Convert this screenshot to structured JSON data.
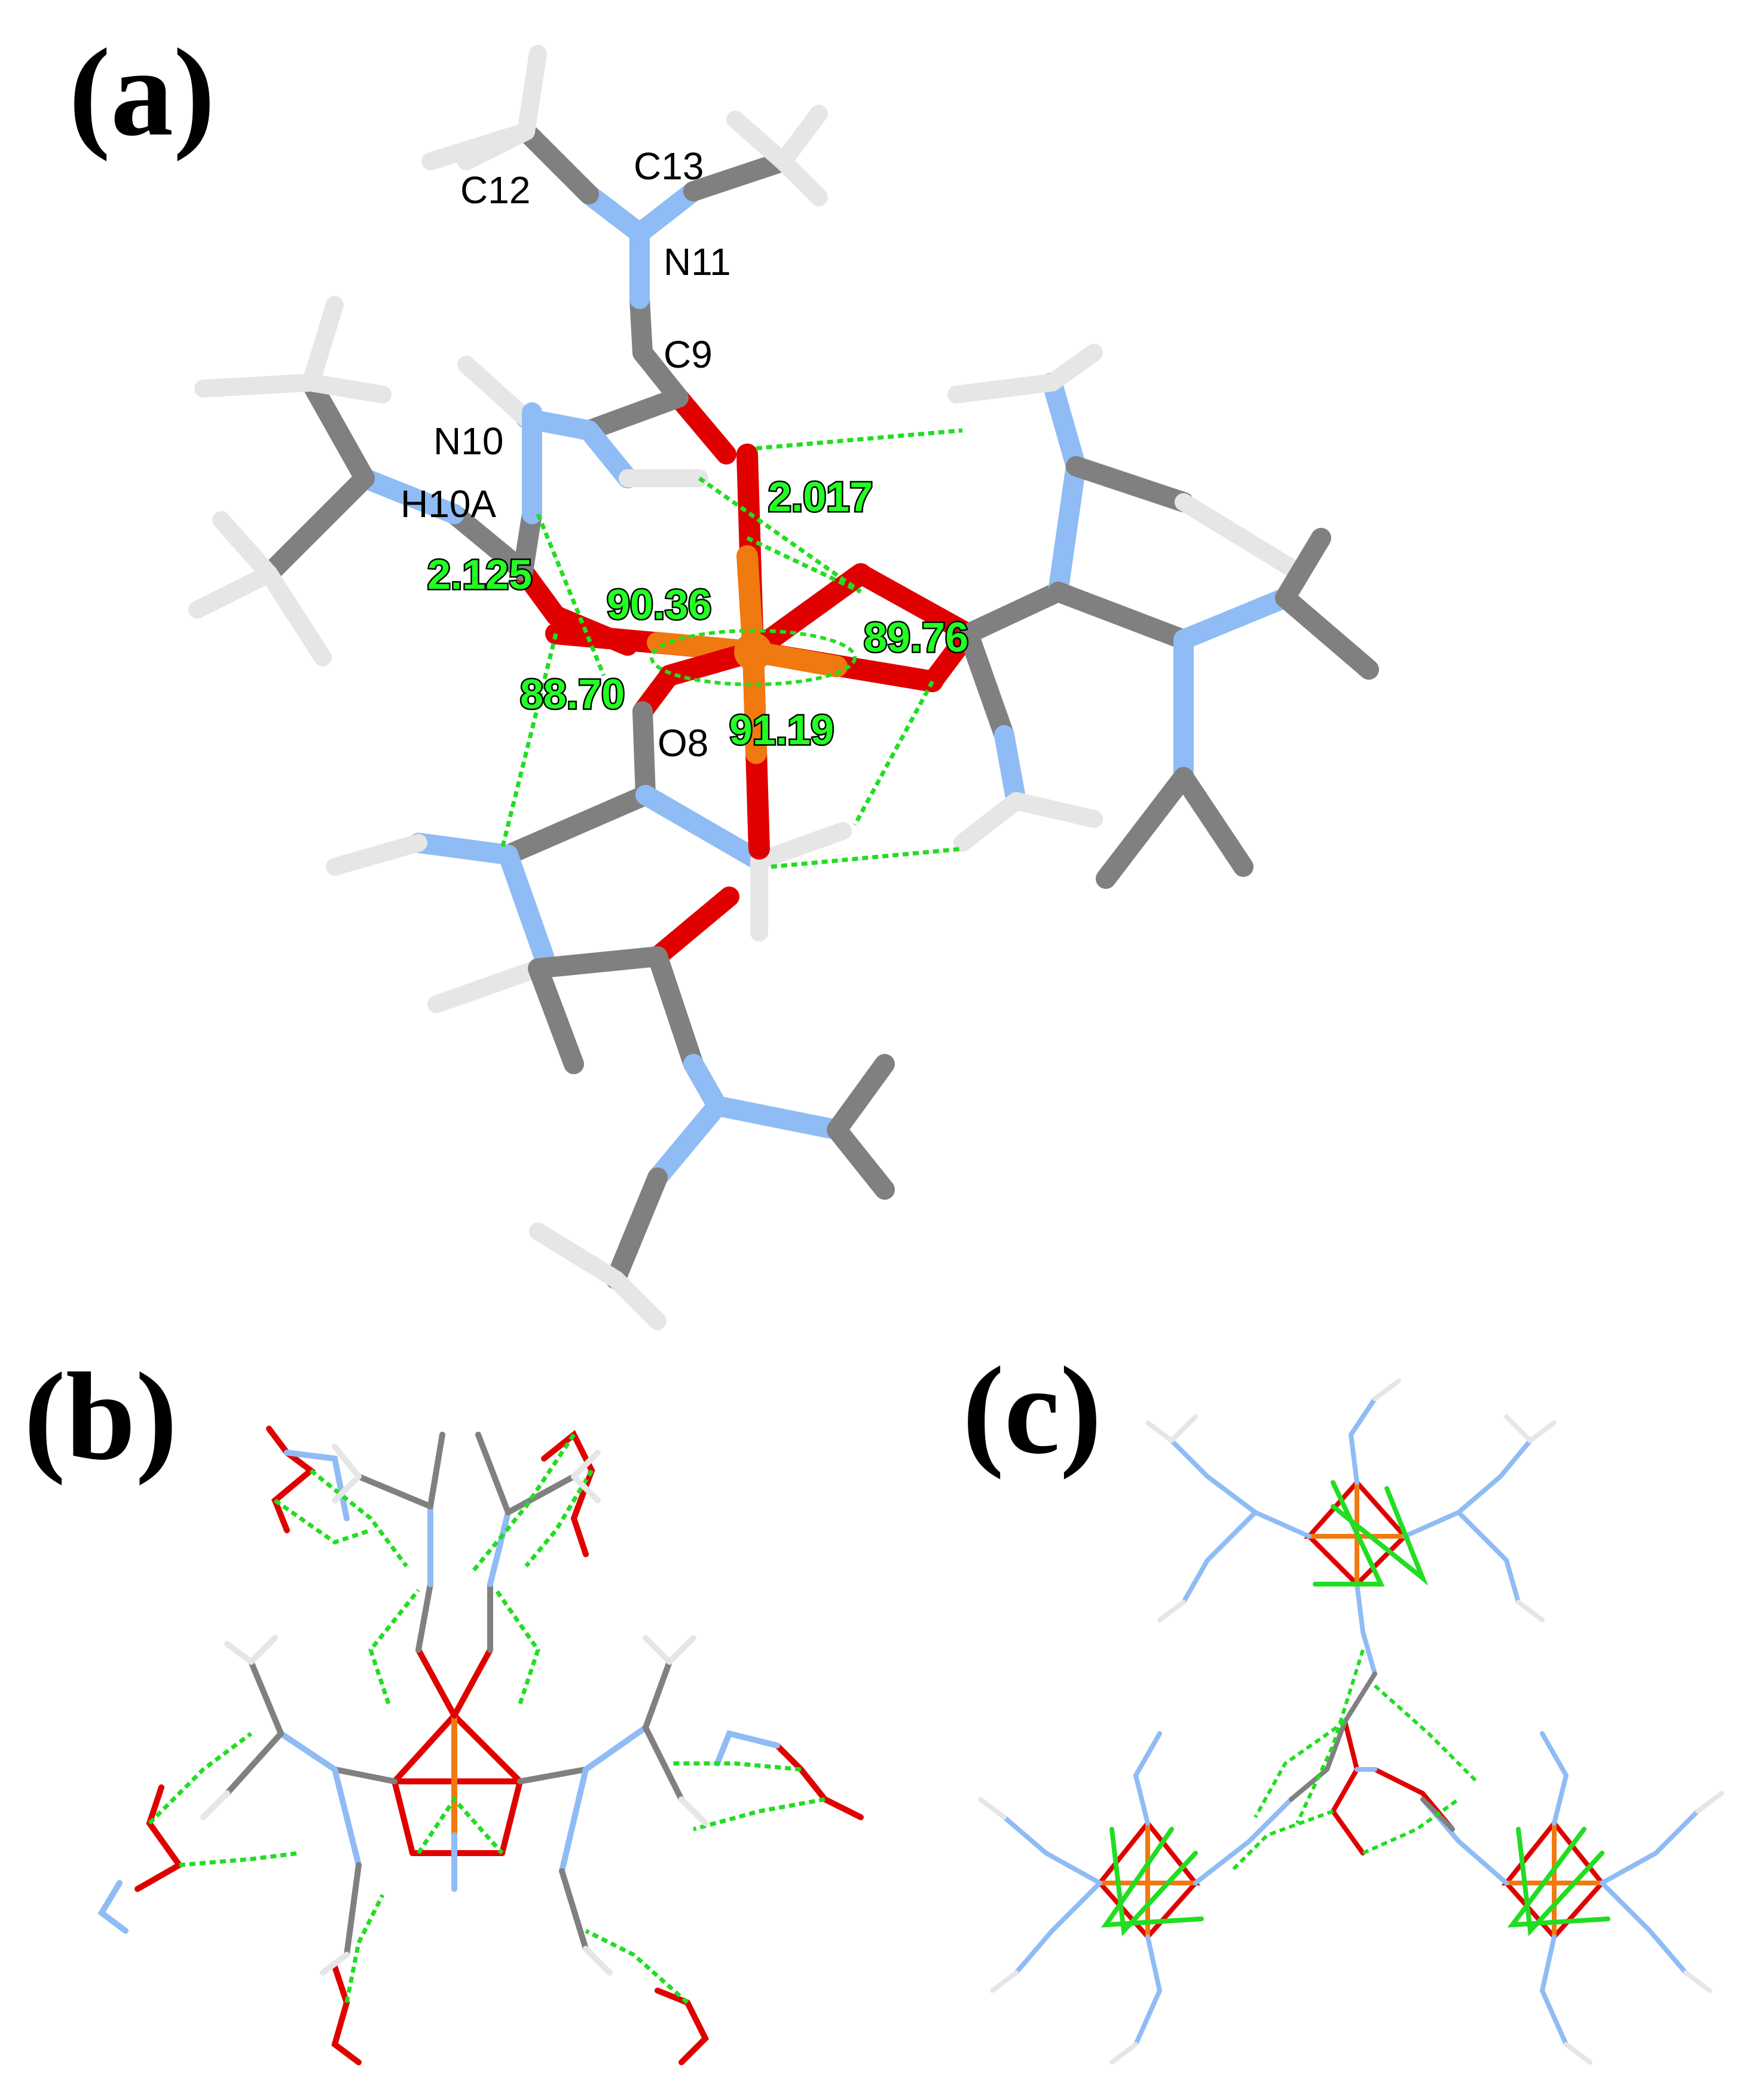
{
  "panels": {
    "a": {
      "label": "(a)"
    },
    "b": {
      "label": "(b)"
    },
    "c": {
      "label": "(c)"
    }
  },
  "atom_labels": {
    "c12": "C12",
    "c13": "C13",
    "n11": "N11",
    "c9": "C9",
    "n10": "N10",
    "h10a": "H10A",
    "o8": "O8"
  },
  "measurements": {
    "bond_2017": "2.017",
    "bond_2125": "2.125",
    "angle_9036": "90.36",
    "angle_8976": "89.76",
    "angle_8870": "88.70",
    "angle_9119": "91.19"
  },
  "colors": {
    "metal": "#f07a10",
    "oxygen": "#e00000",
    "nitrogen": "#8fbcf5",
    "carbon": "#808080",
    "hydrogen": "#e6e6e6",
    "hbond": "#22dd22"
  }
}
